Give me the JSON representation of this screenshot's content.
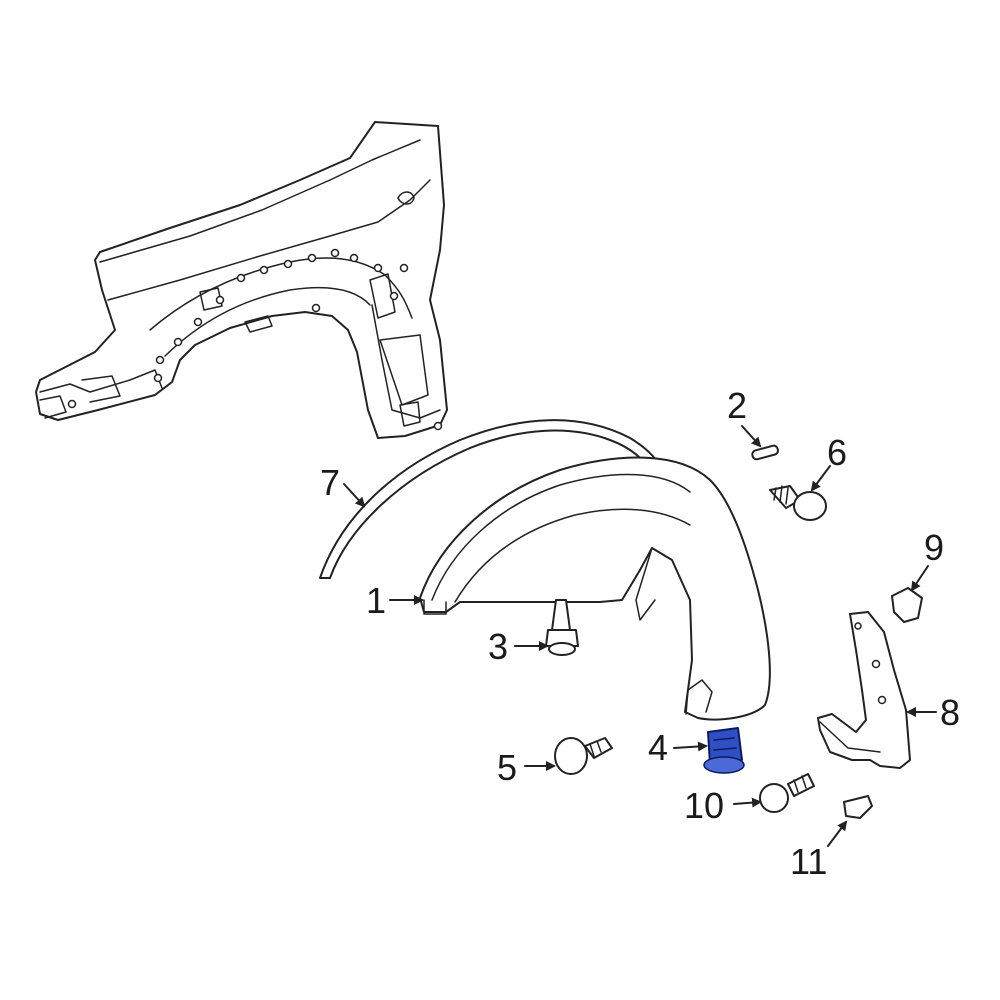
{
  "diagram": {
    "highlight_color": "#2f4fc4",
    "line_color": "#222222",
    "background": "#ffffff",
    "callouts": [
      {
        "number": "1"
      },
      {
        "number": "2"
      },
      {
        "number": "3"
      },
      {
        "number": "4",
        "highlighted": true
      },
      {
        "number": "5"
      },
      {
        "number": "6"
      },
      {
        "number": "7"
      },
      {
        "number": "8"
      },
      {
        "number": "9"
      },
      {
        "number": "10"
      },
      {
        "number": "11"
      }
    ]
  }
}
